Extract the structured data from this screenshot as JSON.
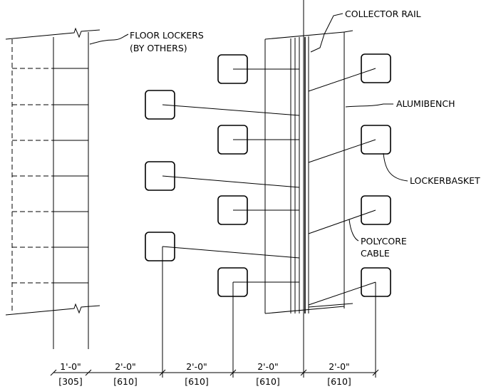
{
  "labels": {
    "floor_lockers_1": "FLOOR LOCKERS",
    "floor_lockers_2": "(BY OTHERS)",
    "collector_rail": "COLLECTOR RAIL",
    "alumibench": "ALUMIBENCH",
    "lockerbasket": "LOCKERBASKET",
    "polycore_1": "POLYCORE",
    "polycore_2": "CABLE"
  },
  "dimensions": [
    {
      "imperial": "1'-0\"",
      "metric": "[305]"
    },
    {
      "imperial": "2'-0\"",
      "metric": "[610]"
    },
    {
      "imperial": "2'-0\"",
      "metric": "[610]"
    },
    {
      "imperial": "2'-0\"",
      "metric": "[610]"
    },
    {
      "imperial": "2'-0\"",
      "metric": "[610]"
    }
  ]
}
